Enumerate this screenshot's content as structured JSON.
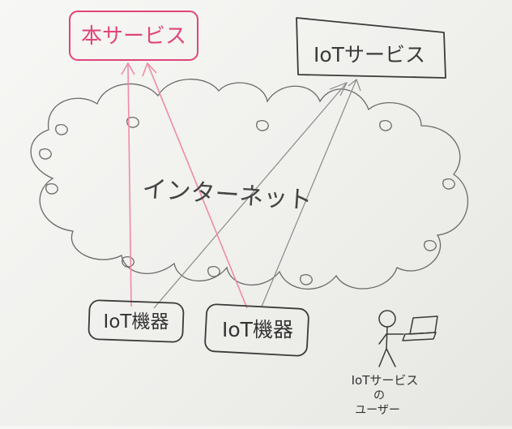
{
  "diagram": {
    "this_service": "本サービス",
    "iot_service": "IoTサービス",
    "internet": "インターネット",
    "device_a": "IoT機器",
    "device_b": "IoT機器",
    "user_caption": {
      "line1": "IoTサービス",
      "line2": "の",
      "line3": "ユーザー"
    }
  },
  "colors": {
    "ink": "#3a3a3a",
    "accent": "#e0457b",
    "accent_line": "#f08aa8",
    "gray_line": "#8a8a8a"
  },
  "icons": [
    "stick-figure-user-icon",
    "laptop-icon"
  ]
}
